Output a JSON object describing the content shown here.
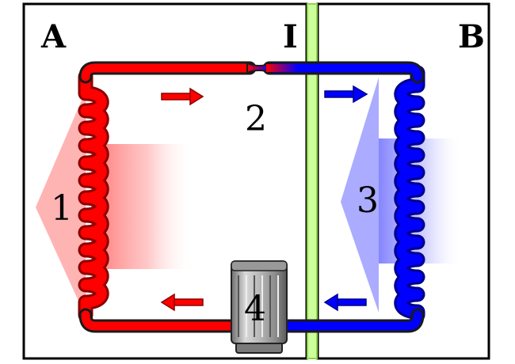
{
  "labels": {
    "side_a": "A",
    "side_b": "B",
    "insulation": "I",
    "component_1": "1",
    "component_2": "2",
    "component_3": "3",
    "component_4": "4"
  },
  "colors": {
    "hot": "#ff0000",
    "hot_dark": "#b00000",
    "cold": "#0000ff",
    "cold_dark": "#00008a",
    "insulation_fill": "#ccff99",
    "insulation_stroke": "#8fd14f",
    "box_stroke": "#000000",
    "compressor_body": "#a9a9a9"
  }
}
